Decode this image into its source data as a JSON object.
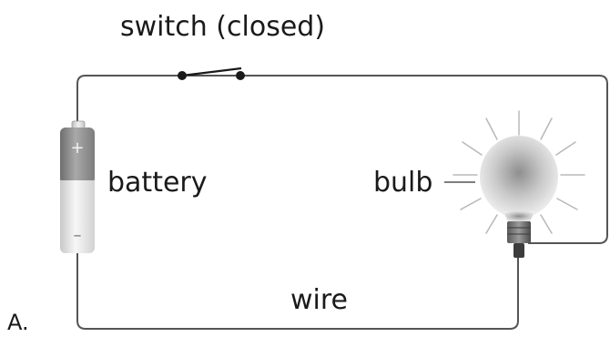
{
  "labels": {
    "switch": "switch (closed)",
    "battery": "battery",
    "bulb": "bulb",
    "wire": "wire",
    "panel": "A."
  },
  "battery_terminals": {
    "positive": "+",
    "negative": "–"
  },
  "colors": {
    "wire": "#555555",
    "text": "#1a1a1a",
    "rays": "#b8b8b8",
    "battery_dark": "#8a8a8a",
    "battery_light": "#e6e6e6"
  }
}
